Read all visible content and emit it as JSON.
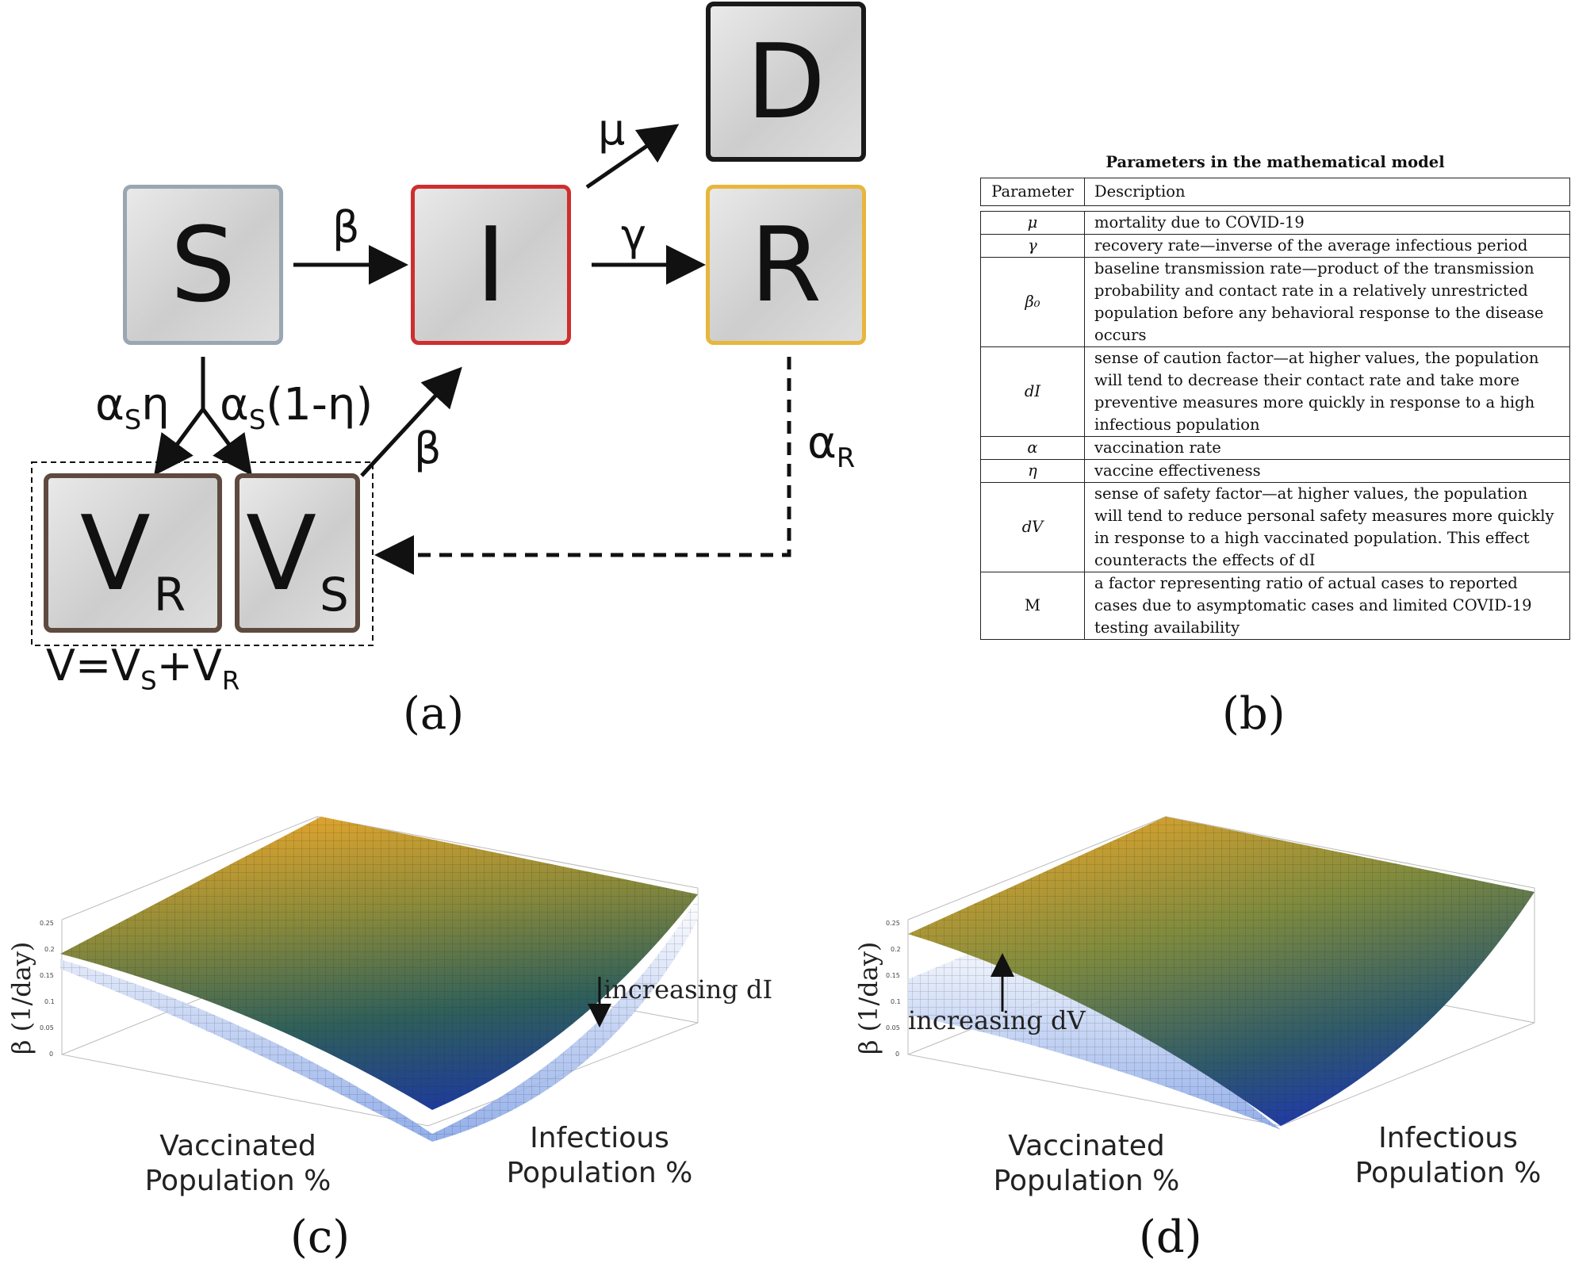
{
  "diagram": {
    "compartments": {
      "S": "S",
      "I": "I",
      "R": "R",
      "D": "D",
      "VR_main": "V",
      "VR_sub": "R",
      "VS_main": "V",
      "VS_sub": "S"
    },
    "rates": {
      "s_to_i": "β",
      "i_to_r": "γ",
      "i_to_d": "μ",
      "s_to_vr_main": "α",
      "s_to_vr_sub": "S",
      "s_to_vr_tail": "η",
      "s_to_vs_main": "α",
      "s_to_vs_sub": "S",
      "s_to_vs_tail": "(1-η)",
      "vs_to_i": "β",
      "r_to_v_main": "α",
      "r_to_v_sub": "R"
    },
    "v_equation": {
      "lhs": "V=V",
      "sub1": "S",
      "plus": "+V",
      "sub2": "R"
    },
    "colors": {
      "S_border": "#9aa6b2",
      "I_border": "#d02e2e",
      "R_border": "#e7b63c",
      "D_border": "#1a1a1a",
      "V_border": "#5e4a3e"
    }
  },
  "panels": {
    "a": "(a)",
    "b": "(b)",
    "c": "(c)",
    "d": "(d)"
  },
  "parameter_table": {
    "title": "Parameters in the mathematical model",
    "headers": [
      "Parameter",
      "Description"
    ],
    "rows": [
      {
        "symbol": "μ",
        "description": "mortality due to COVID-19"
      },
      {
        "symbol": "γ",
        "description": "recovery rate—inverse of the average infectious period"
      },
      {
        "symbol": "β₀",
        "description": "baseline transmission rate—product of the transmission probability and contact rate in a relatively unrestricted population before any behavioral response to the disease occurs"
      },
      {
        "symbol": "dI",
        "description": "sense of caution factor—at higher values, the population will tend to decrease their contact rate and take more preventive measures more quickly in response to a high infectious population"
      },
      {
        "symbol": "α",
        "description": "vaccination rate"
      },
      {
        "symbol": "η",
        "description": "vaccine effectiveness"
      },
      {
        "symbol": "dV",
        "description": "sense of safety factor—at higher values, the population will tend to reduce personal safety measures more quickly in response to a high vaccinated population. This effect counteracts the effects of dI"
      },
      {
        "symbol": "M",
        "description": "a factor representing ratio of actual cases to reported cases due to asymptomatic cases and limited COVID-19 testing availability"
      }
    ]
  },
  "surface_plots": {
    "c": {
      "ylabel": "β (1/day)",
      "xlabel_vacc_line1": "Vaccinated",
      "xlabel_vacc_line2": "Population %",
      "xlabel_inf_line1": "Infectious",
      "xlabel_inf_line2": "Population %",
      "annotation": "increasing dI",
      "ticks": [
        "0.25",
        "0.2",
        "0.15",
        "0.1",
        "0.05",
        "0"
      ]
    },
    "d": {
      "ylabel": "β (1/day)",
      "xlabel_vacc_line1": "Vaccinated",
      "xlabel_vacc_line2": "Population %",
      "xlabel_inf_line1": "Infectious",
      "xlabel_inf_line2": "Population %",
      "annotation": "increasing dV",
      "ticks": [
        "0.25",
        "0.2",
        "0.15",
        "0.1",
        "0.05",
        "0"
      ]
    },
    "colors": {
      "surface_high": "#e0a32c",
      "surface_mid": "#3f6f4f",
      "surface_low": "#1c3c9e",
      "ghost_surface": "#9bb8e8"
    }
  }
}
